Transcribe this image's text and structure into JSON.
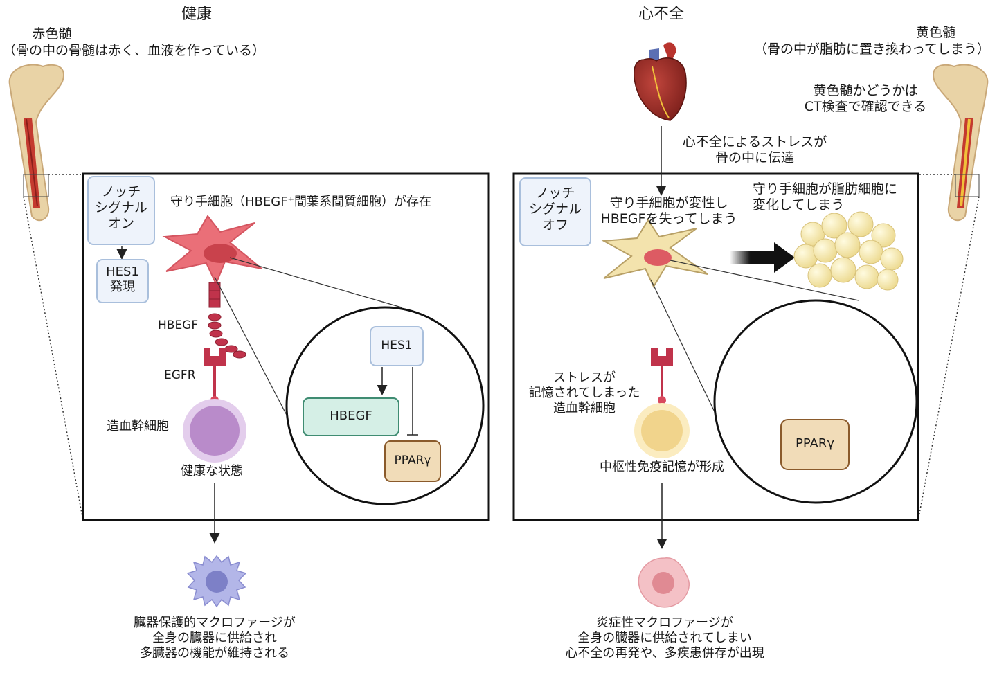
{
  "healthy": {
    "title": "健康",
    "marrow_label": "赤色髄",
    "marrow_note": "（骨の中の骨髄は赤く、血液を作っている）",
    "notch_box": "ノッチ\nシグナル\nオン",
    "hes1_box": "HES1\n発現",
    "guardian_label": "守り手細胞（HBEGF⁺間葉系間質細胞）が存在",
    "hbegf_label": "HBEGF",
    "egfr_label": "EGFR",
    "stem_label": "造血幹細胞",
    "state_label": "健康な状態",
    "circle_hes1": "HES1",
    "circle_hbegf": "HBEGF",
    "circle_ppar": "PPARγ",
    "outcome": "臓器保護的マクロファージが\n全身の臓器に供給され\n多臓器の機能が維持される"
  },
  "failure": {
    "title": "心不全",
    "marrow_label": "黄色髄",
    "marrow_note": "（骨の中が脂肪に置き換わってしまう）",
    "ct_note": "黄色髄かどうかは\nCT検査で確認できる",
    "stress_note": "心不全によるストレスが\n骨の中に伝達",
    "notch_box": "ノッチ\nシグナル\nオフ",
    "guardian_label": "守り手細胞が変性し\nHBEGFを失ってしまう",
    "fat_label": "守り手細胞が脂肪細胞に\n変化してしまう",
    "stem_label": "ストレスが\n記憶されてしまった\n造血幹細胞",
    "memory_label": "中枢性免疫記憶が形成",
    "circle_ppar": "PPARγ",
    "outcome": "炎症性マクロファージが\n全身の臓器に供給されてしまい\n心不全の再発や、多疾患併存が出現"
  },
  "colors": {
    "box_border": "#111111",
    "notch_fill": "#eef3fb",
    "notch_border": "#a9bfdc",
    "hbegf_fill": "#d5efe6",
    "hbegf_border": "#3f8c72",
    "ppar_fill": "#f1dcb8",
    "ppar_border": "#8a5a2b",
    "stromal_healthy": "#ea6f78",
    "stromal_failure": "#f3e3ad",
    "receptor": "#c0334b",
    "stem_healthy": "#c9a3d4",
    "stem_failure": "#f6dfa1",
    "macro_protective": "#b3b6e8",
    "macro_inflammatory": "#f4c1c6"
  }
}
